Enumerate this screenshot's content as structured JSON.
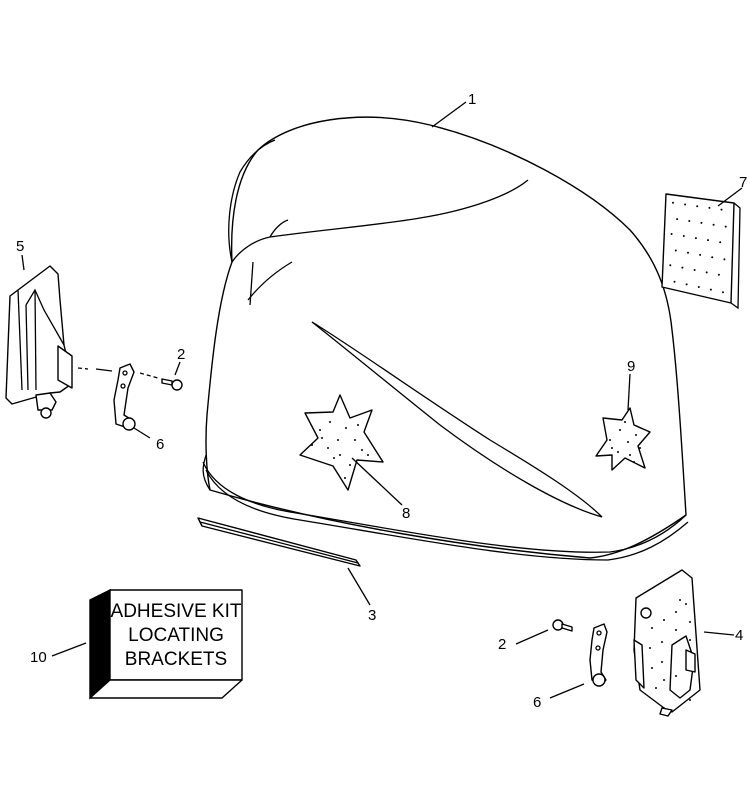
{
  "callouts": {
    "c1": "1",
    "c2a": "2",
    "c2b": "2",
    "c3": "3",
    "c4": "4",
    "c5": "5",
    "c6a": "6",
    "c6b": "6",
    "c7": "7",
    "c8": "8",
    "c9": "9",
    "c10": "10"
  },
  "kit_box": {
    "line1": "ADHESIVE KIT",
    "line2": "LOCATING",
    "line3": "BRACKETS"
  }
}
